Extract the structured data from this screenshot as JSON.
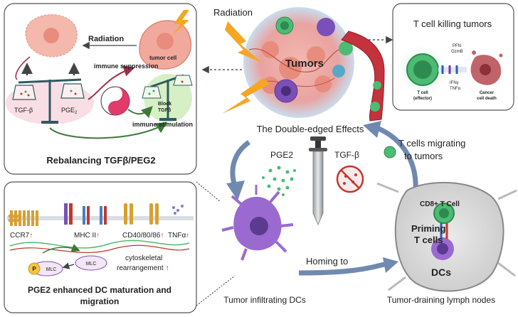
{
  "panel_top_left": {
    "radiation": "Radiation",
    "tumor_cell": "tumor cell",
    "immune_suppression": "immune suppression",
    "immune_stimulation": "immune stimulation",
    "tgf_beta": "TGF-β",
    "pge2": "PGE",
    "pge2_sub": "2",
    "block_tgfb_1": "Block",
    "block_tgfb_2": "TGFβ",
    "title": "Rebalancing TGFβ/PEG2"
  },
  "center": {
    "radiation": "Radiation",
    "tumors": "Tumors",
    "double_edged": "The Double-edged Effects",
    "pge2": "PGE2",
    "tgf_beta": "TGF-β",
    "t_cells_migrating_1": "T cells migrating",
    "t_cells_migrating_2": "to tumors",
    "homing": "Homing to",
    "dc_label": "Tumor infiltrating DCs"
  },
  "panel_top_right": {
    "title": "T cell killing  tumors",
    "pfn": "PFN",
    "gzmb": "GzmB",
    "ifng": "IFNγ",
    "tnfa": "TNFα",
    "t_cell_1": "T cell",
    "t_cell_2": "(effector)",
    "cancer_1": "Cancer",
    "cancer_2": "cell death"
  },
  "panel_bottom_left": {
    "ccr7": "CCR7",
    "mhc2": "MHC II",
    "cd": "CD40/80/86",
    "tnfa": "TNFα",
    "up": "↑",
    "p": "P",
    "mlc": "MLC",
    "cyto_1": "cytoskeletal",
    "cyto_2": "rearrangement",
    "title_1": "PGE2  enhanced DC  maturation and",
    "title_2": "migration"
  },
  "lymph": {
    "cd8": "CD8+ T Cell",
    "priming_1": "Priming",
    "priming_2": "T cells",
    "dcs": "DCs",
    "label": "Tumor-draining lymph nodes"
  }
}
